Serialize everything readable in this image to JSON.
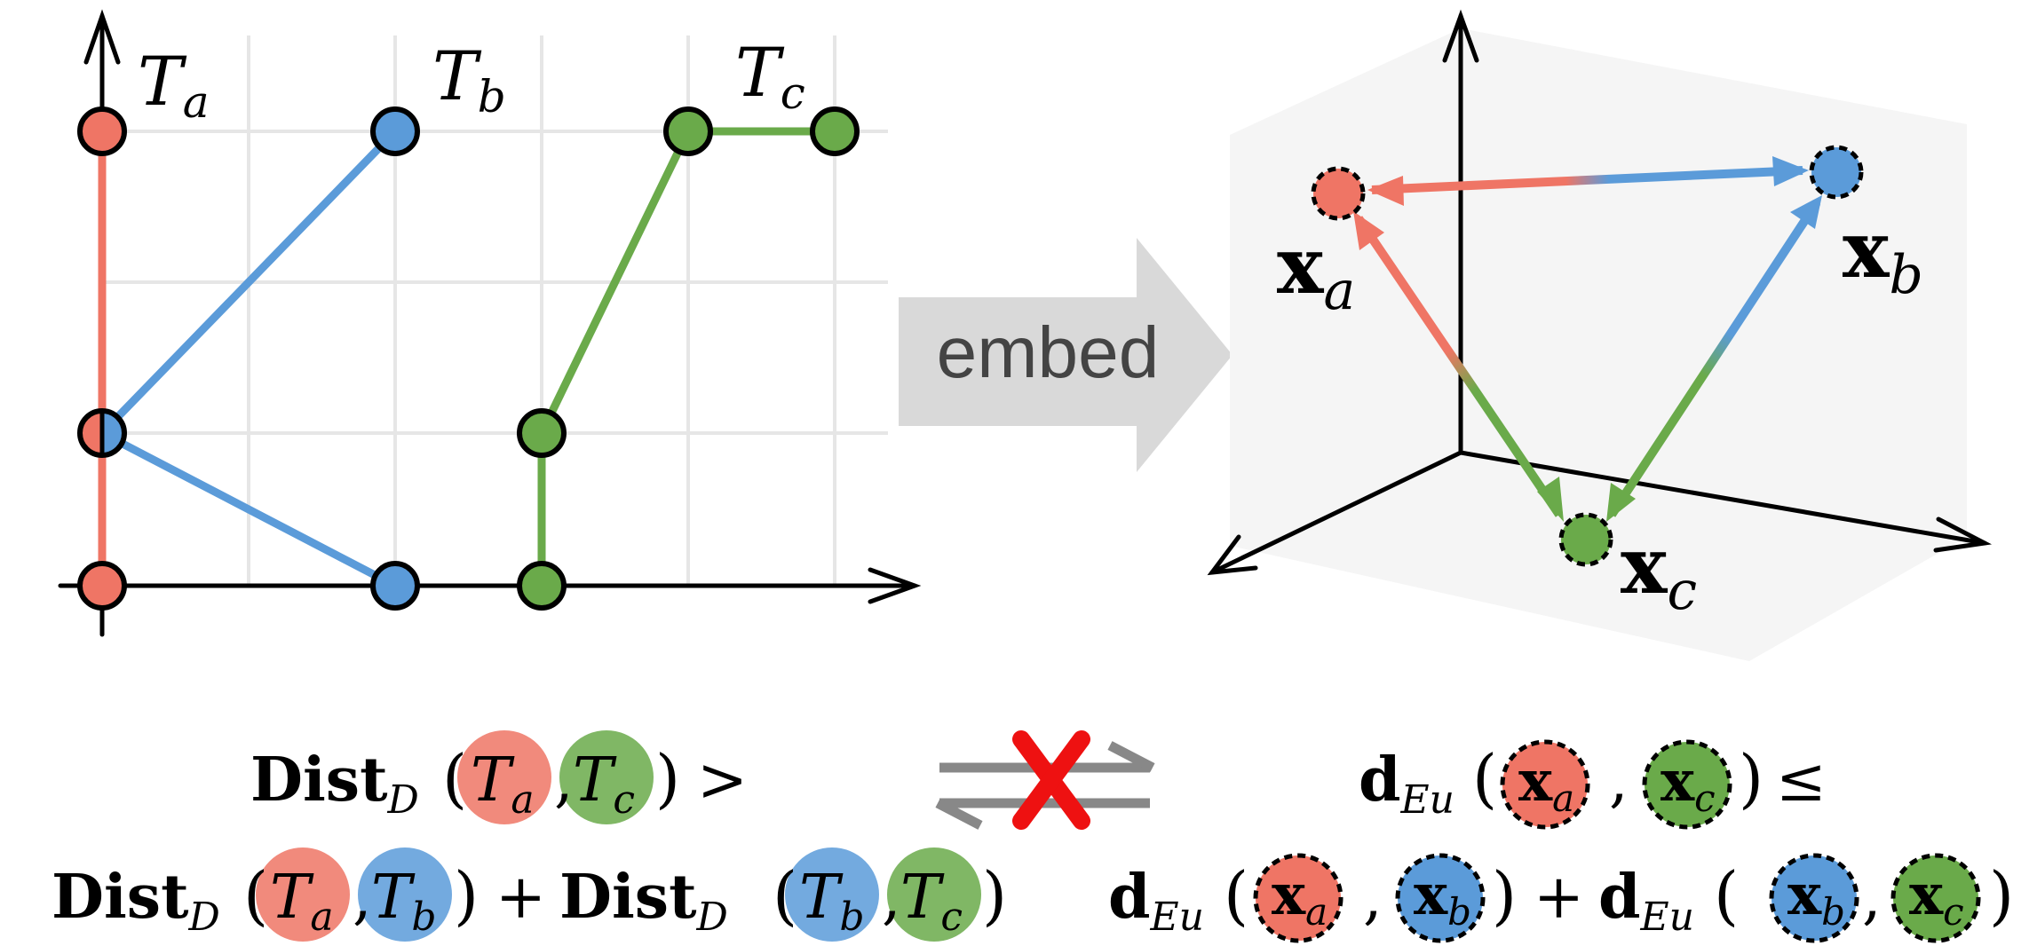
{
  "left_panel": {
    "labels": {
      "ta": "T",
      "ta_sub": "a",
      "tb": "T",
      "tb_sub": "b",
      "tc": "T",
      "tc_sub": "c"
    }
  },
  "arrow_label": "embed",
  "right_panel": {
    "labels": {
      "xa": "x",
      "xa_sub": "a",
      "xb": "x",
      "xb_sub": "b",
      "xc": "x",
      "xc_sub": "c"
    }
  },
  "formula_left": {
    "dist": "Dist",
    "dist_sub": "D",
    "gt": ">",
    "plus": "+",
    "T": "T",
    "a": "a",
    "b": "b",
    "c": "c"
  },
  "formula_right": {
    "d": "d",
    "d_sub": "Eu",
    "leq": "≤",
    "plus": "+",
    "x": "x",
    "a": "a",
    "b": "b",
    "c": "c"
  },
  "colors": {
    "red": "#ef7565",
    "blue": "#5b9bd9",
    "green": "#6aaa4a",
    "grid": "#e6e6e6",
    "arrow_bg": "#d9d9d9",
    "cross": "#ee1111"
  }
}
